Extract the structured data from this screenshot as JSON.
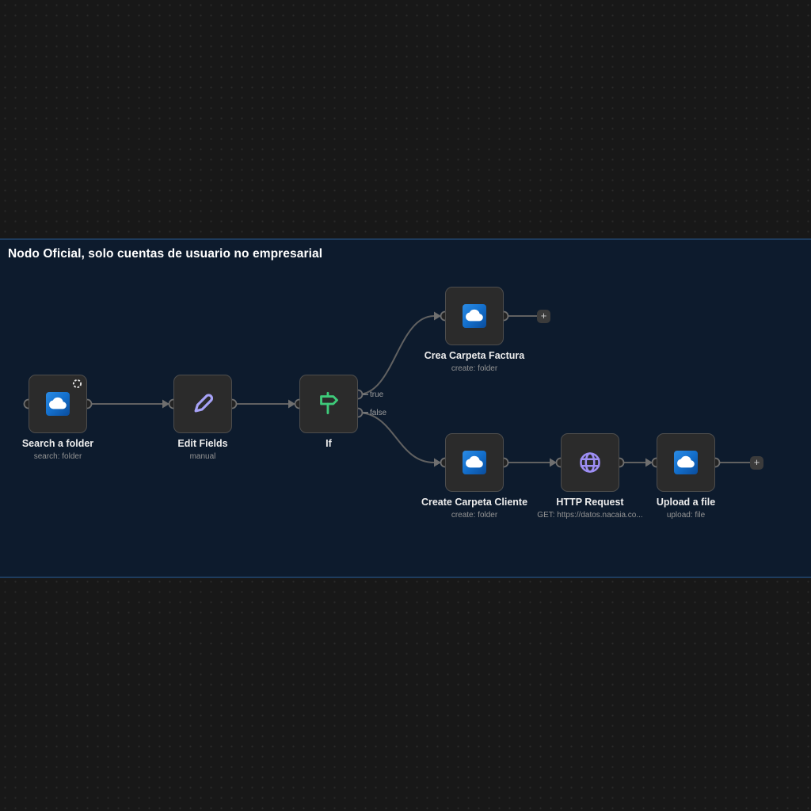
{
  "sticky": {
    "title": "Nodo Oficial, solo cuentas de usuario no empresarial",
    "bg_color": "#0d1b2d",
    "border_color": "#1e3c5e"
  },
  "nodes": [
    {
      "title": "Search a folder",
      "subtitle": "search: folder",
      "icon": "onedrive-cloud-icon",
      "badge": "refresh-icon"
    },
    {
      "title": "Edit Fields",
      "subtitle": "manual",
      "icon": "pencil-icon"
    },
    {
      "title": "If",
      "subtitle": "",
      "icon": "signpost-icon"
    },
    {
      "title": "Crea Carpeta Factura",
      "subtitle": "create: folder",
      "icon": "onedrive-cloud-icon"
    },
    {
      "title": "Create Carpeta Cliente",
      "subtitle": "create: folder",
      "icon": "onedrive-cloud-icon"
    },
    {
      "title": "HTTP Request",
      "subtitle": "GET: https://datos.nacaia.co...",
      "icon": "globe-icon"
    },
    {
      "title": "Upload a file",
      "subtitle": "upload: file",
      "icon": "onedrive-cloud-icon"
    }
  ],
  "if_outputs": {
    "true_label": "true",
    "false_label": "false"
  },
  "add_button": "+",
  "colors": {
    "canvas_bg": "#181818",
    "node_bg": "#2b2b2b",
    "node_border": "#4d4d4d",
    "connection_gray": "#616161",
    "accent_green": "#3ecb7a",
    "accent_purple": "#a7a2f7",
    "globe_purple": "#9d8ef4",
    "onedrive_blue": "#1470cd"
  }
}
